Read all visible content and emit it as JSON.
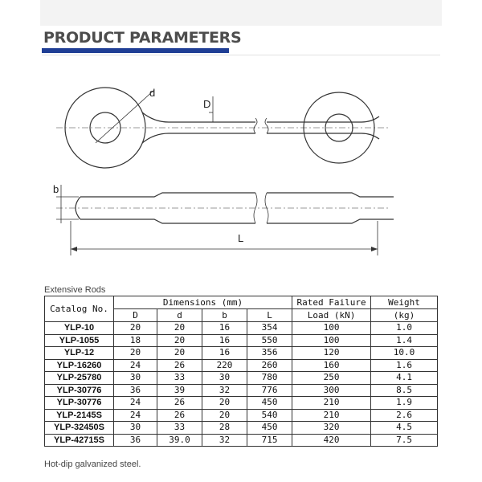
{
  "heading": "PRODUCT PARAMETERS",
  "drawing_labels": {
    "d": "d",
    "D": "D",
    "b": "b",
    "L": "L"
  },
  "section_label": "Extensive Rods",
  "table": {
    "catalog_header": "Catalog No.",
    "dimensions_header": "Dimensions (mm)",
    "load_header": [
      "Rated Failure",
      "Load (kN)"
    ],
    "weight_header": [
      "Weight",
      "(kg)"
    ],
    "sub_headers": [
      "D",
      "d",
      "b",
      "L"
    ],
    "rows": [
      [
        "YLP-10",
        "20",
        "20",
        "16",
        "354",
        "100",
        "1.0"
      ],
      [
        "YLP-1055",
        "18",
        "20",
        "16",
        "550",
        "100",
        "1.4"
      ],
      [
        "YLP-12",
        "20",
        "20",
        "16",
        "356",
        "120",
        "10.0"
      ],
      [
        "YLP-16260",
        "24",
        "26",
        "220",
        "260",
        "160",
        "1.6"
      ],
      [
        "YLP-25780",
        "30",
        "33",
        "30",
        "780",
        "250",
        "4.1"
      ],
      [
        "YLP-30776",
        "36",
        "39",
        "32",
        "776",
        "300",
        "8.5"
      ],
      [
        "YLP-30776",
        "24",
        "26",
        "20",
        "450",
        "210",
        "1.9"
      ],
      [
        "YLP-2145S",
        "24",
        "26",
        "20",
        "540",
        "210",
        "2.6"
      ],
      [
        "YLP-32450S",
        "30",
        "33",
        "28",
        "450",
        "320",
        "4.5"
      ],
      [
        "YLP-42715S",
        "36",
        "39.0",
        "32",
        "715",
        "420",
        "7.5"
      ]
    ]
  },
  "footnote": "Hot-dip galvanized steel."
}
